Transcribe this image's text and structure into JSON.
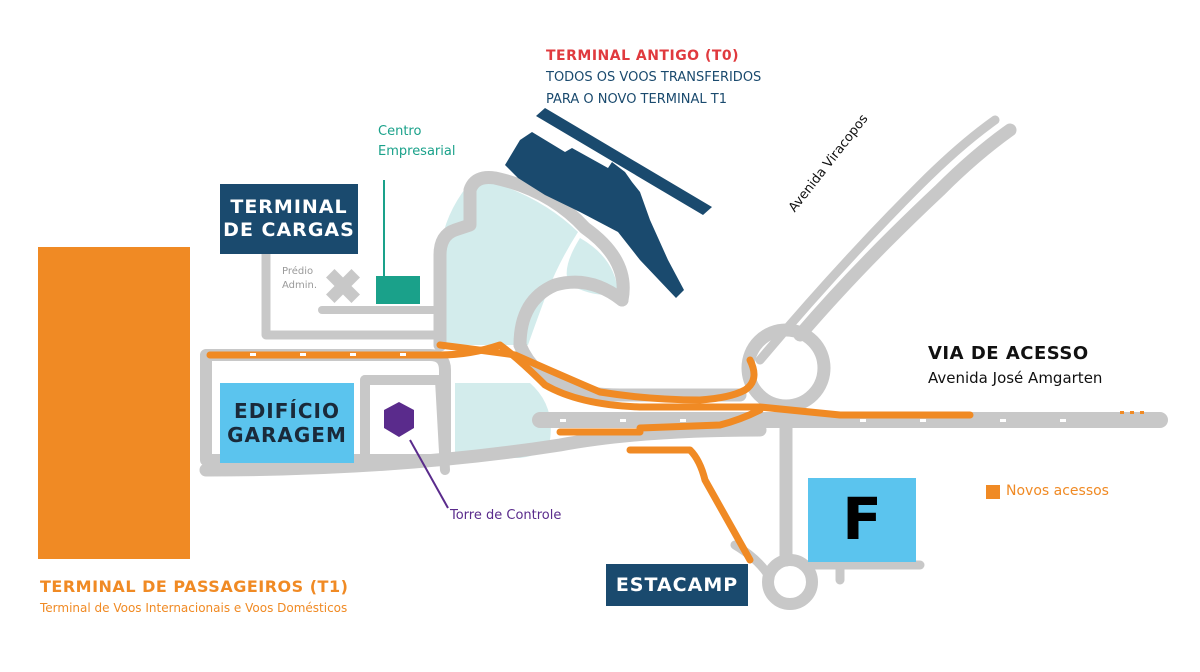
{
  "title_t0": "TERMINAL ANTIGO (T0)",
  "t0_note_1": "TODOS OS VOOS TRANSFERIDOS",
  "t0_note_2": "PARA O NOVO TERMINAL T1",
  "centro_1": "Centro",
  "centro_2": "Empresarial",
  "cargas_1": "TERMINAL",
  "cargas_2": "DE CARGAS",
  "predio_1": "Prédio",
  "predio_2": "Admin.",
  "avenida_viracopos": "Avenida Viracopos",
  "via_acesso": "VIA DE ACESSO",
  "avenida_jose": "Avenida José Amgarten",
  "garagem_1": "EDIFÍCIO",
  "garagem_2": "GARAGEM",
  "torre": "Torre de Controle",
  "novos_acessos": "Novos acessos",
  "parking_f": "F",
  "estacamp": "ESTACAMP",
  "t1_title": "TERMINAL DE PASSAGEIROS (T1)",
  "t1_sub": "Terminal de Voos Internacionais e Voos Domésticos",
  "colors": {
    "road": "#c8c8c8",
    "new_access": "#f08a24",
    "navy": "#1a4a6e",
    "red": "#e03a3e",
    "teal": "#1aa18a",
    "lightblue": "#5bc4ee",
    "mint": "#d3ecec",
    "purple": "#5a2b8c"
  },
  "icons": [
    "admin-building-icon",
    "control-tower-icon"
  ]
}
